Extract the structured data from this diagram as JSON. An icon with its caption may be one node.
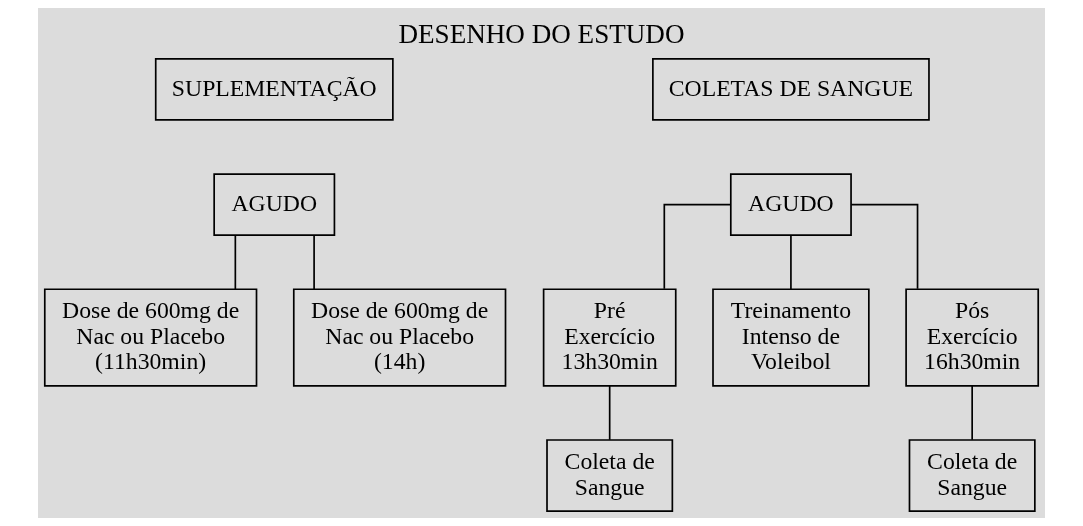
{
  "diagram": {
    "title": "DESENHO DO ESTUDO",
    "nodes": [
      {
        "text": [
          "SUPLEMENTAÇÃO"
        ]
      },
      {
        "text": [
          "COLETAS DE SANGUE"
        ]
      },
      {
        "text": [
          "AGUDO"
        ]
      },
      {
        "text": [
          "AGUDO"
        ]
      },
      {
        "text": [
          "Dose de 600mg de Nac ou Placebo (11h30min)"
        ]
      },
      {
        "text": [
          "Dose de 600mg de Nac ou Placebo (14h)"
        ]
      },
      {
        "text": [
          "Pré Exercício 13h30min"
        ]
      },
      {
        "text": [
          "Treinamento Intenso de Voleibol"
        ]
      },
      {
        "text": [
          "Pós Exercício 16h30min"
        ]
      },
      {
        "text": [
          "Coleta de Sangue"
        ]
      },
      {
        "text": [
          "Coleta de Sangue"
        ]
      }
    ],
    "edges": [
      {
        "from": 2,
        "to": 4,
        "arrow": "none"
      },
      {
        "from": 2,
        "to": 5,
        "arrow": "none"
      },
      {
        "from": 3,
        "to": 6,
        "arrow": "none"
      },
      {
        "from": 3,
        "to": 7,
        "arrow": "none"
      },
      {
        "from": 3,
        "to": 8,
        "arrow": "none"
      },
      {
        "from": 6,
        "to": 9,
        "arrow": "none"
      },
      {
        "from": 8,
        "to": 10,
        "arrow": "none"
      }
    ]
  }
}
